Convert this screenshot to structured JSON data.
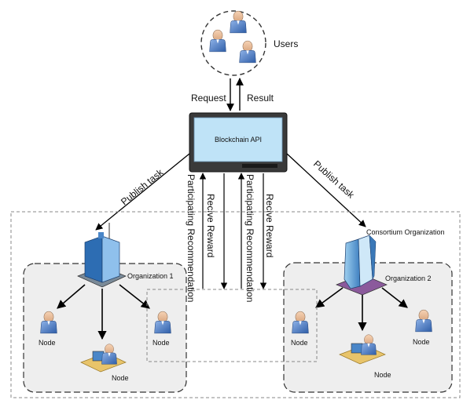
{
  "users": {
    "label": "Users"
  },
  "request_label": "Request",
  "result_label": "Result",
  "api": {
    "title": "Blockchain API",
    "screen_color": "#bfe3f7"
  },
  "publish_left": "Publish task",
  "publish_right": "Publish task",
  "participating_left": "Participating Recommendation",
  "reward_left": "Recive Reward",
  "participating_right": "Participating Recommendation",
  "reward_right": "Recive Reward",
  "consortium_label": "Consortium Organization",
  "org1": {
    "label": "Organization 1",
    "nodes": [
      "Node",
      "Node",
      "Node"
    ]
  },
  "org2": {
    "label": "Organization 2",
    "nodes": [
      "Node",
      "Node",
      "Node"
    ]
  },
  "colors": {
    "person": "#4f7fc7",
    "building": "#4a86c8",
    "panel": "#eeeeee"
  }
}
